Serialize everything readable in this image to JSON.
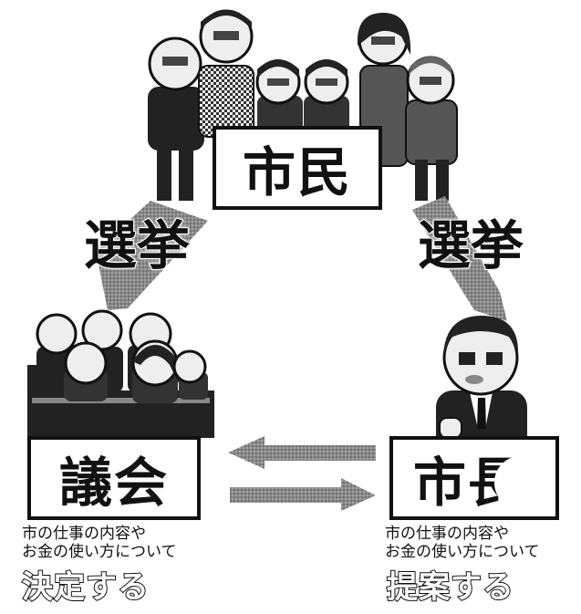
{
  "nodes": {
    "citizen": {
      "label": "市民"
    },
    "assembly": {
      "label": "議会",
      "desc_line1": "市の仕事の内容や",
      "desc_line2": "お金の使い方について",
      "action": "決定する"
    },
    "mayor": {
      "label": "市長",
      "label_visible": "市",
      "desc_line1": "市の仕事の内容や",
      "desc_line2": "お金の使い方について",
      "action": "提案する"
    }
  },
  "edges": {
    "citizen_to_assembly": {
      "label": "選挙"
    },
    "citizen_to_mayor": {
      "label": "選挙"
    }
  },
  "colors": {
    "ink": "#111111",
    "arrow": "#7a7a7a",
    "background": "#ffffff"
  },
  "icons": [
    "citizens-group-icon",
    "assembly-members-icon",
    "mayor-icon",
    "arrow-left-icon",
    "arrow-right-icon"
  ]
}
